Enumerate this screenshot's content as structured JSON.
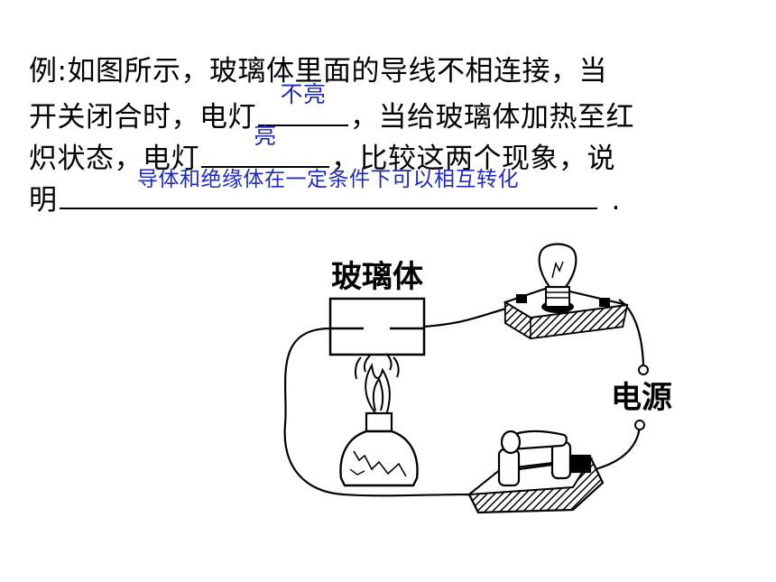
{
  "question": {
    "line1": "例:如图所示，玻璃体里面的导线不相连接，当",
    "line2_pre": "开关闭合时，电灯",
    "line2_post": "，当给玻璃体加热至红",
    "line3_pre": "炽状态，电灯",
    "line3_post": "，比较这两个现象，说",
    "line4_pre": "明",
    "line4_post": ".",
    "answers": {
      "blank1": "不亮",
      "blank2": "亮",
      "blank3": "导体和绝缘体在一定条件下可以相互转化"
    }
  },
  "diagram": {
    "glass_label": "玻璃体",
    "power_label": "电源"
  },
  "colors": {
    "answer": "#1f2ab8",
    "ink": "#000000"
  }
}
